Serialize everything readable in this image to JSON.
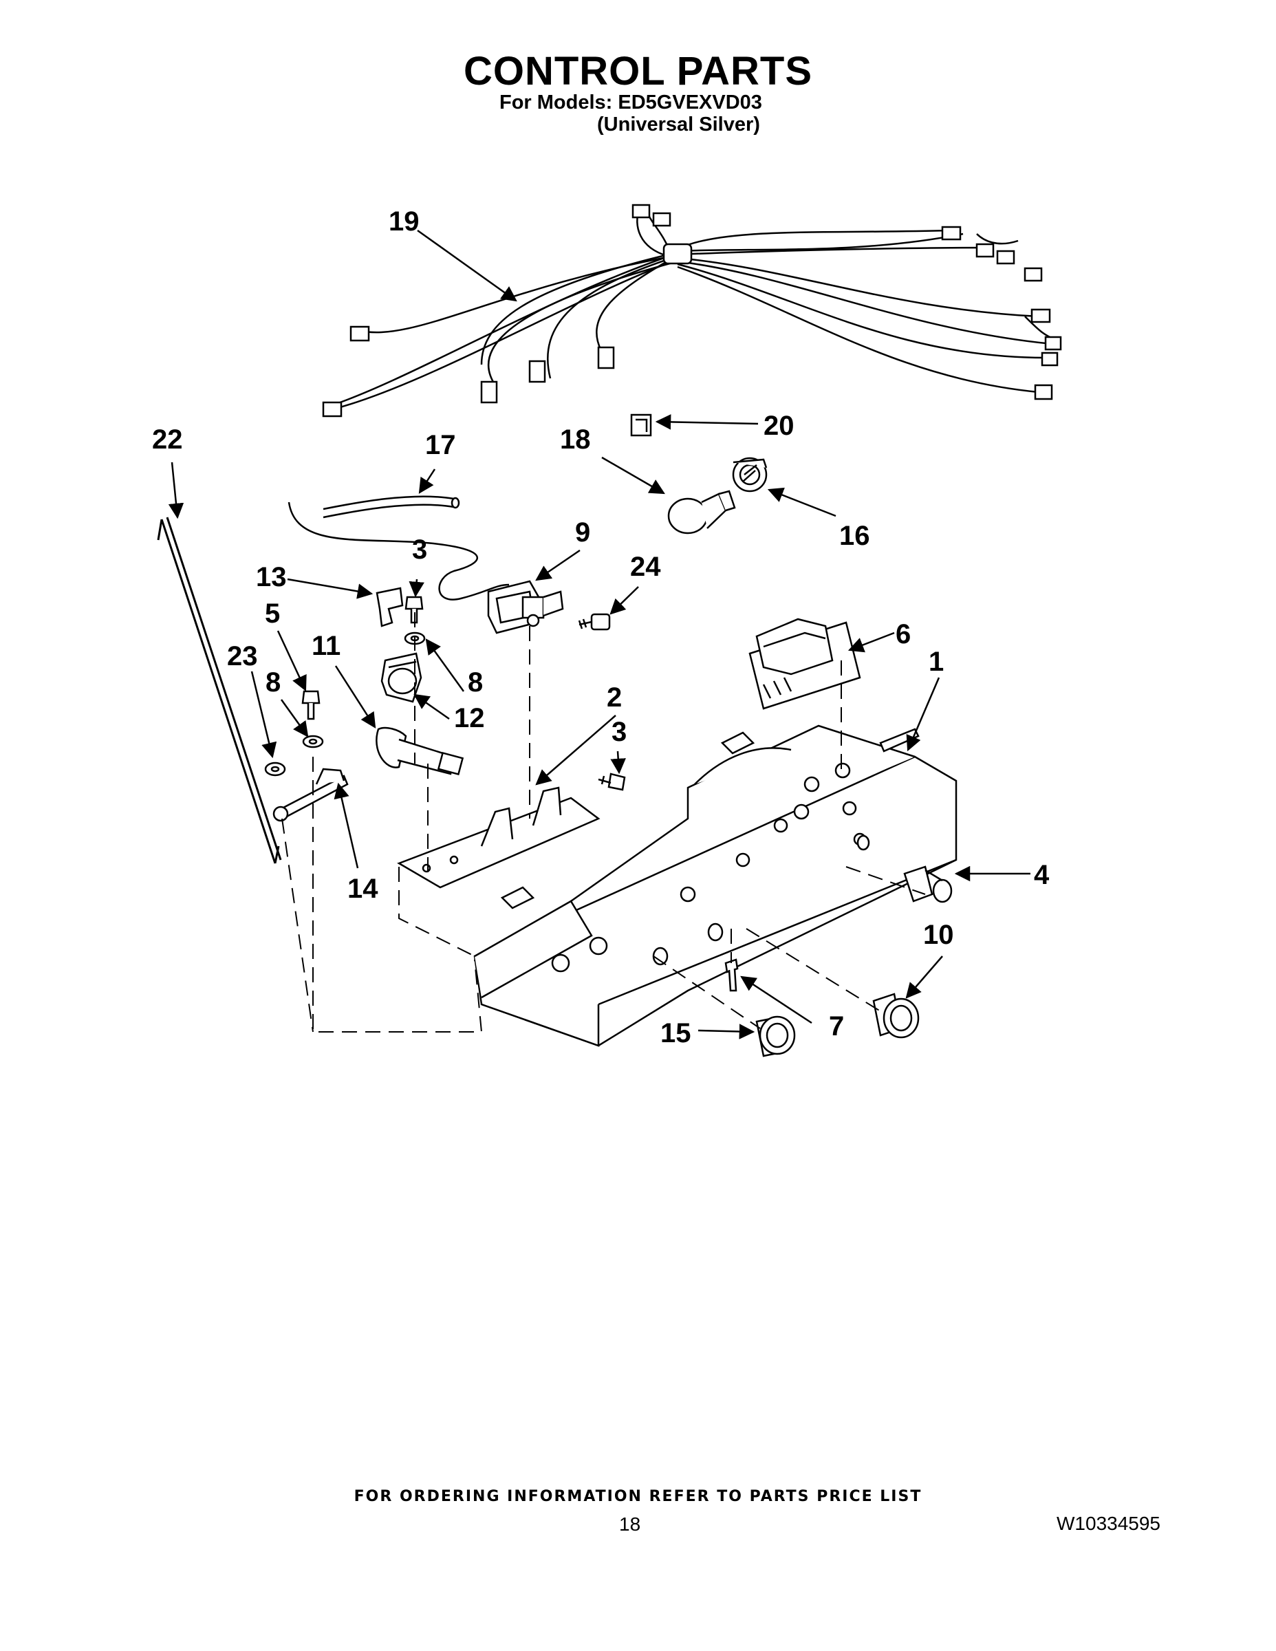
{
  "header": {
    "title": "CONTROL PARTS",
    "models_line": "For Models: ED5GVEXVD03",
    "color_line": "(Universal Silver)"
  },
  "callouts": {
    "c19": "19",
    "c22": "22",
    "c17": "17",
    "c18": "18",
    "c20": "20",
    "c16": "16",
    "c13": "13",
    "c3a": "3",
    "c9": "9",
    "c24": "24",
    "c5": "5",
    "c11": "11",
    "c23": "23",
    "c8a": "8",
    "c8b": "8",
    "c12": "12",
    "c6": "6",
    "c1": "1",
    "c2": "2",
    "c3b": "3",
    "c14": "14",
    "c4": "4",
    "c10": "10",
    "c15": "15",
    "c7": "7"
  },
  "footer": {
    "ordering_note": "FOR ORDERING INFORMATION REFER TO PARTS PRICE LIST",
    "page_number": "18",
    "document_number": "W10334595"
  }
}
